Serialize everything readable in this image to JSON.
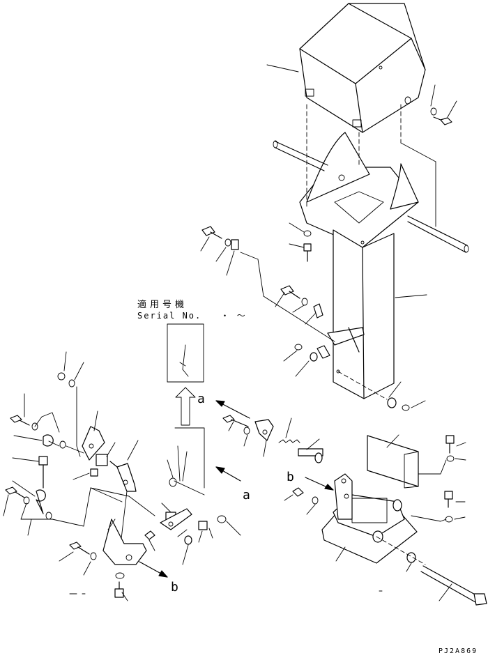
{
  "serial_box": {
    "label_jp": "適用号機",
    "label_en": "Serial No.",
    "range_mark": "・ ～"
  },
  "references": {
    "a": "a",
    "b": "b"
  },
  "drawing_code": "PJ2A869"
}
